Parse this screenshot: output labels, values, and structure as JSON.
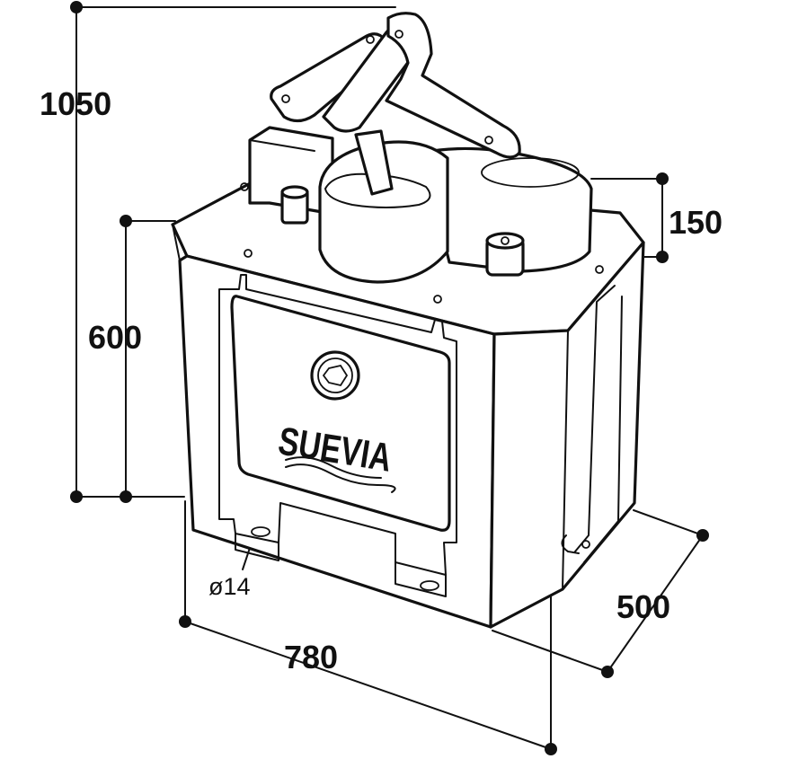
{
  "dimensions": {
    "total_height": "1050",
    "body_height": "600",
    "top_height": "150",
    "width": "780",
    "depth": "500",
    "hole_diameter": "ø14"
  },
  "brand": {
    "name": "SUEVIA"
  },
  "colors": {
    "line": "#111111",
    "background": "#ffffff"
  }
}
